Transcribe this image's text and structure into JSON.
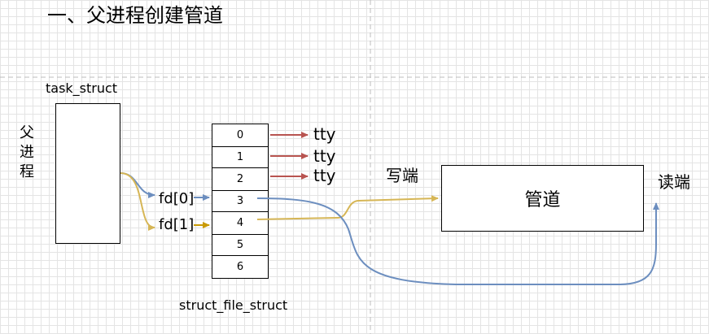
{
  "title": "一、父进程创建管道",
  "task_struct": {
    "label": "task_struct",
    "side_label": "父进程"
  },
  "file_table": {
    "label": "struct_file_struct",
    "cells": [
      "0",
      "1",
      "2",
      "3",
      "4",
      "5",
      "6"
    ]
  },
  "tty_labels": [
    "tty",
    "tty",
    "tty"
  ],
  "fd_labels": {
    "read": "fd[0]",
    "write": "fd[1]"
  },
  "pipe": {
    "label": "管道",
    "write_end": "写端",
    "read_end": "读端"
  },
  "colors": {
    "tty_arrow": "#b85450",
    "read_line": "#6c8ebf",
    "write_line": "#d6b656",
    "guide": "#bdbdbd"
  }
}
